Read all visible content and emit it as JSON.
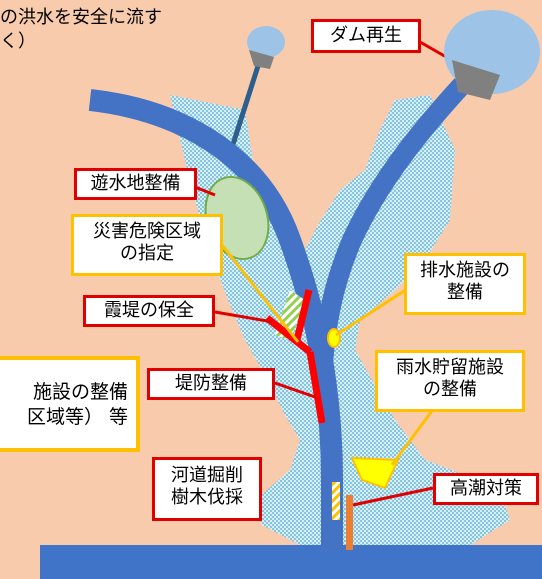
{
  "top_text": {
    "line1": "の洪水を安全に流す",
    "line2": "く）"
  },
  "labels": {
    "dam_regen": "ダム再生",
    "yusuichi": "遊水地整備",
    "saigai_line1": "災害危険区域",
    "saigai_line2": "の指定",
    "haisui_line1": "排水施設の",
    "haisui_line2": "整備",
    "kasumi": "霞堤の保全",
    "left_box_line1": "施設の整備",
    "left_box_line2": "区域等）  等",
    "teibou": "堤防整備",
    "usui_line1": "雨水貯留施設",
    "usui_line2": "の整備",
    "kadou_line1": "河道掘削",
    "kadou_line2": "樹木伐採",
    "takashio": "高潮対策"
  },
  "colors": {
    "background": "#f8cbad",
    "river": "#4472c4",
    "floodplain": "#b4dceb",
    "sea": "#3f74c8",
    "red_label": "#e00000",
    "yellow_label": "#ffc000",
    "dam_blue": "#9dc3e6",
    "dam_gray": "#808080",
    "yusuichi_green": "#c5e0b4"
  }
}
